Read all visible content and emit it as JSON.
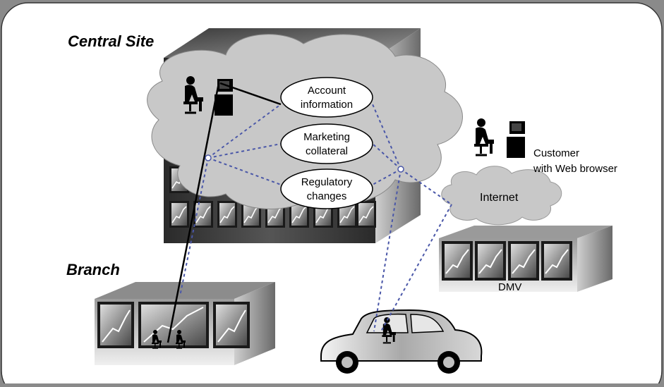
{
  "labels": {
    "central_site": "Central Site",
    "branch": "Branch",
    "customer_line1": "Customer",
    "customer_line2": "with Web browser",
    "internet": "Internet",
    "dmv": "DMV"
  },
  "info_items": [
    {
      "line1": "Account",
      "line2": "information"
    },
    {
      "line1": "Marketing",
      "line2": "collateral"
    },
    {
      "line1": "Regulatory",
      "line2": "changes"
    }
  ],
  "colors": {
    "background": "#8a8a8a",
    "panel": "#ffffff",
    "cloud": "#c8c8c8",
    "link_dotted": "#4a57a8",
    "link_solid": "#000000"
  }
}
